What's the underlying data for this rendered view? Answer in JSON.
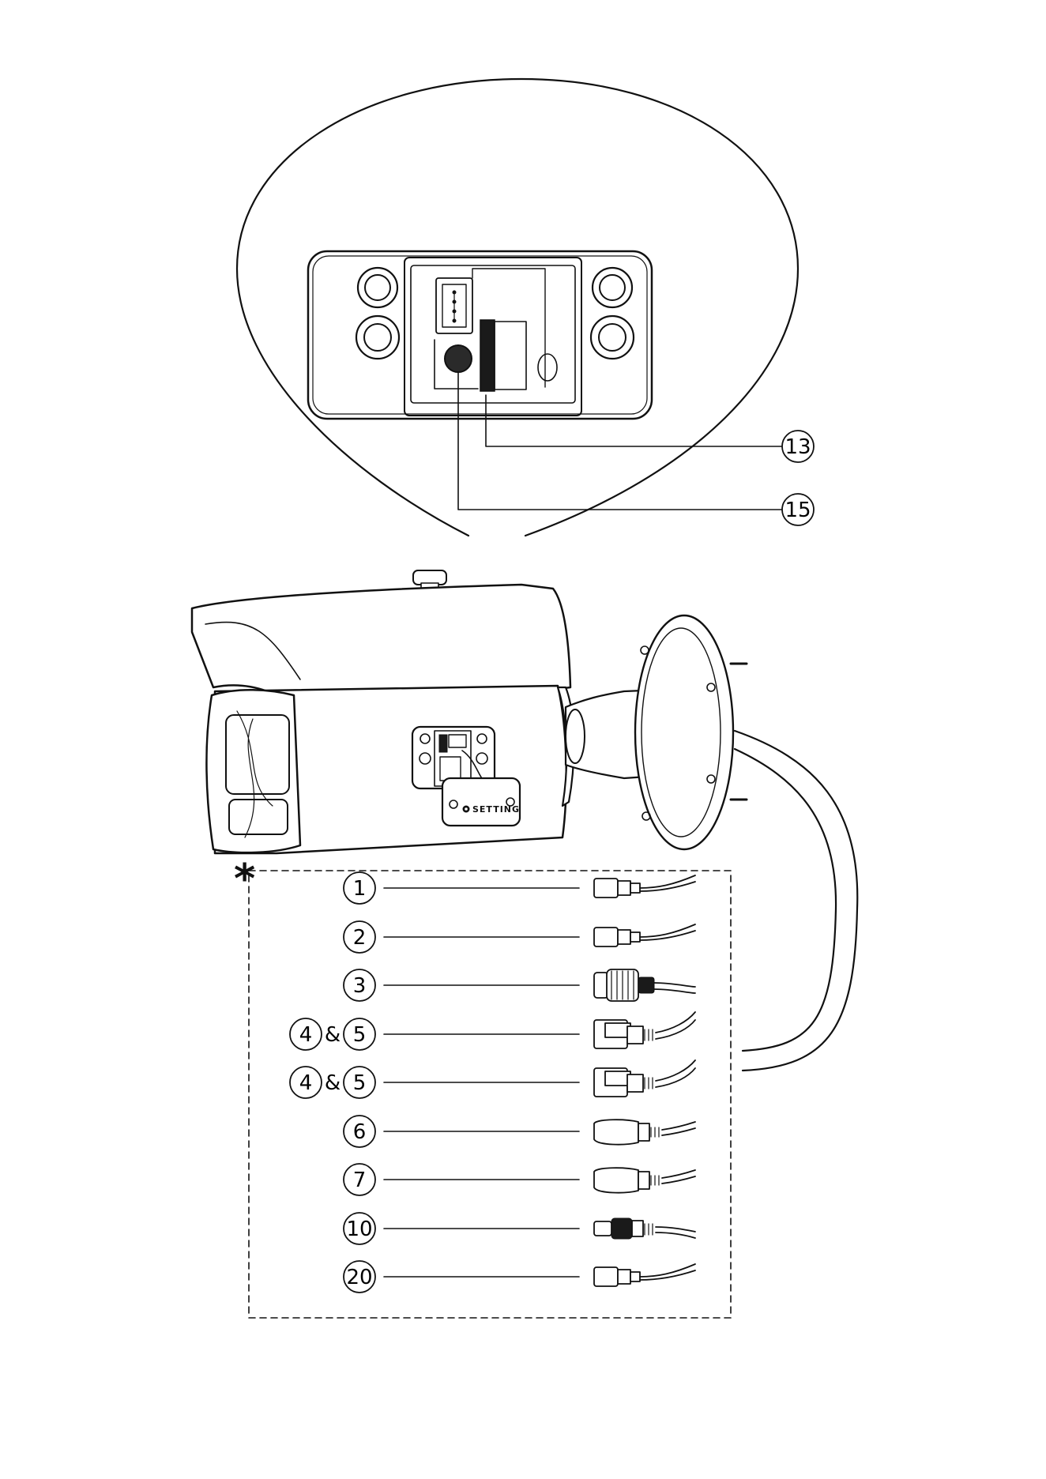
{
  "detail_callouts": [
    {
      "id": "13",
      "label": "13"
    },
    {
      "id": "15",
      "label": "15"
    }
  ],
  "cable_callouts": [
    {
      "left": "1",
      "amp": "",
      "right": "",
      "connector": "rj45-small"
    },
    {
      "left": "2",
      "amp": "",
      "right": "",
      "connector": "rj45-small"
    },
    {
      "left": "3",
      "amp": "",
      "right": "",
      "connector": "rj45-waterproof"
    },
    {
      "left": "4",
      "amp": "&",
      "right": "5",
      "connector": "terminal-block"
    },
    {
      "left": "4",
      "amp": "&",
      "right": "5",
      "connector": "terminal-block"
    },
    {
      "left": "6",
      "amp": "",
      "right": "",
      "connector": "dc-plug"
    },
    {
      "left": "7",
      "amp": "",
      "right": "",
      "connector": "dc-plug"
    },
    {
      "left": "10",
      "amp": "",
      "right": "",
      "connector": "bnc"
    },
    {
      "left": "20",
      "amp": "",
      "right": "",
      "connector": "rj45-small"
    }
  ],
  "cable_box_marker": "*",
  "setting_plate_label": "SETTING",
  "icons": {
    "asterisk": "asterisk-icon",
    "gear": "gear-icon"
  }
}
